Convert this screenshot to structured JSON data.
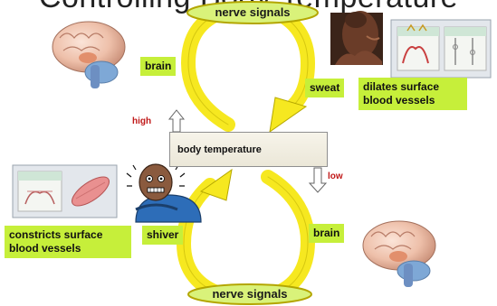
{
  "title": "Controlling Body Temperature",
  "top_signal": "nerve signals",
  "bottom_signal": "nerve signals",
  "center_box": "body temperature",
  "high_label": "high",
  "low_label": "low",
  "labels": {
    "brain_top": "brain",
    "sweat": "sweat",
    "dilates": "dilates surface blood vessels",
    "constricts": "constricts surface blood vessels",
    "shiver": "shiver",
    "brain_bottom": "brain"
  },
  "colors": {
    "loop": "#f6e820",
    "tag": "#c6ef3a",
    "alert": "#c01818"
  },
  "icons": [
    "brain-icon",
    "sweating-man-photo",
    "skin-dilation-diagram",
    "skin-constriction-diagram",
    "shivering-person-icon",
    "brain-icon"
  ]
}
